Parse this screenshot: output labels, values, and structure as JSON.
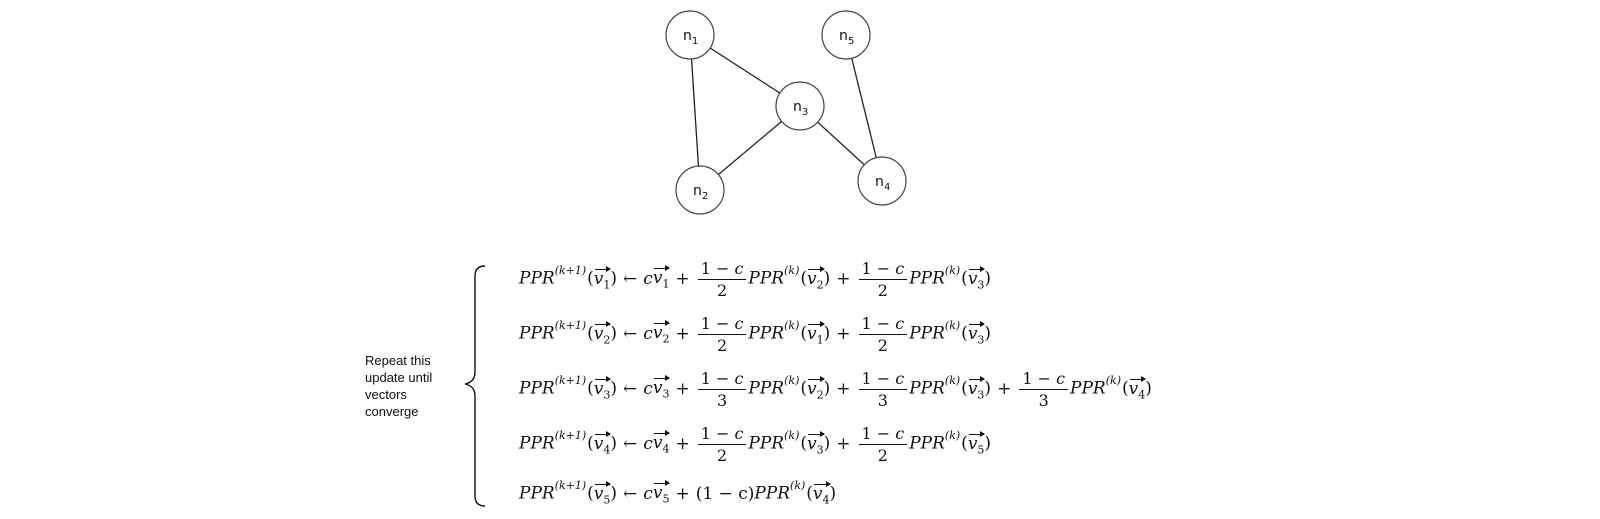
{
  "graph": {
    "nodes": [
      {
        "id": "n1",
        "letter": "n",
        "index": "1"
      },
      {
        "id": "n2",
        "letter": "n",
        "index": "2"
      },
      {
        "id": "n3",
        "letter": "n",
        "index": "3"
      },
      {
        "id": "n4",
        "letter": "n",
        "index": "4"
      },
      {
        "id": "n5",
        "letter": "n",
        "index": "5"
      }
    ],
    "edges": [
      [
        "n1",
        "n3"
      ],
      [
        "n1",
        "n2"
      ],
      [
        "n2",
        "n3"
      ],
      [
        "n3",
        "n4"
      ],
      [
        "n5",
        "n4"
      ]
    ]
  },
  "note": "Repeat this\nupdate until\nvectors\nconverge",
  "equations": {
    "lhs_name": "PPR",
    "lhs_sup": "(k+1)",
    "rhs_sup": "(k)",
    "arrow": "←",
    "coef": "c",
    "plus": "+",
    "one_minus_c": "1 − ",
    "vec_letter": "v",
    "rows": [
      {
        "target": "1",
        "denom": "2",
        "terms": [
          "2",
          "3"
        ]
      },
      {
        "target": "2",
        "denom": "2",
        "terms": [
          "1",
          "3"
        ]
      },
      {
        "target": "3",
        "denom": "3",
        "terms": [
          "2",
          "3",
          "4"
        ]
      },
      {
        "target": "4",
        "denom": "2",
        "terms": [
          "3",
          "5"
        ]
      },
      {
        "target": "5",
        "denom": "",
        "paren": "(1 − c)",
        "terms": [
          "4"
        ]
      }
    ]
  }
}
